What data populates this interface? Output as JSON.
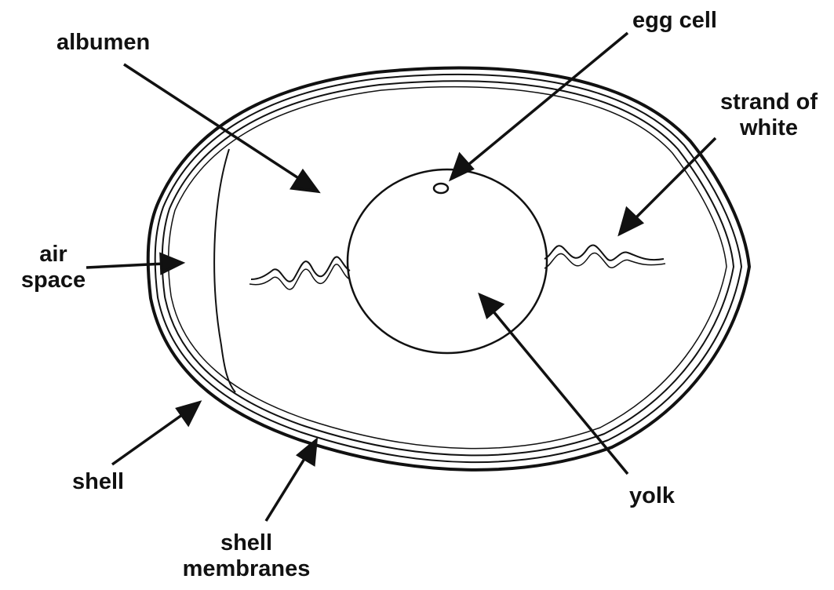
{
  "labels": {
    "albumen": "albumen",
    "egg_cell": "egg cell",
    "strand_of_white_line1": "strand of",
    "strand_of_white_line2": "white",
    "air_space_line1": "air",
    "air_space_line2": "space",
    "shell": "shell",
    "yolk": "yolk",
    "shell_membranes_line1": "shell",
    "shell_membranes_line2": "membranes"
  },
  "colors": {
    "ink": "#111111",
    "background": "#ffffff"
  }
}
